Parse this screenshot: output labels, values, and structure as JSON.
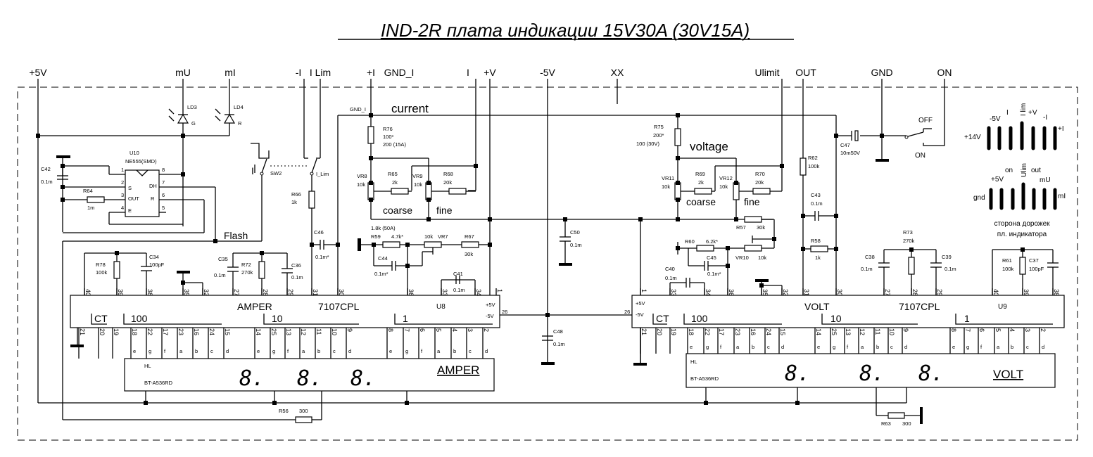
{
  "title": "IND-2R плата индикации 15V30A (30V15A)",
  "nets": {
    "p5v": "+5V",
    "mU": "mU",
    "mI": "mI",
    "minusI": "-I",
    "ILim": "I Lim",
    "plusI": "+I",
    "gndI": "GND_I",
    "I": "I",
    "plusV": "+V",
    "m5v": "-5V",
    "xx": "XX",
    "ulimit": "Ulimit",
    "out": "OUT",
    "gnd": "GND",
    "on": "ON"
  },
  "labels": {
    "current": "current",
    "voltage": "voltage",
    "coarse": "coarse",
    "fine": "fine",
    "flash": "Flash",
    "gndI_small": "GND_I",
    "switch_off": "OFF",
    "switch_on": "ON",
    "sw_I": "I",
    "sw_ILim": "I_Lim",
    "sw_name": "SW2"
  },
  "components": {
    "LD3": {
      "ref": "LD3",
      "color": "G"
    },
    "LD4": {
      "ref": "LD4",
      "color": "R"
    },
    "U10": {
      "ref": "U10",
      "part": "NE555(SMD)",
      "pins": [
        "1",
        "2",
        "3",
        "4",
        "8",
        "7",
        "6",
        "5"
      ],
      "pin_names": [
        "S",
        "OUT",
        "E",
        "DH",
        "R"
      ]
    },
    "C42": {
      "ref": "C42",
      "value": "0.1m"
    },
    "R64": {
      "ref": "R64",
      "value": "1m"
    },
    "R66": {
      "ref": "R66",
      "value": "1k"
    },
    "C46": {
      "ref": "C46",
      "value": "0.1m*"
    },
    "R76": {
      "ref": "R76",
      "value": "100*",
      "note": "200 (15A)"
    },
    "VR8": {
      "ref": "VR8",
      "value": "10k"
    },
    "R65": {
      "ref": "R65",
      "value": "2k"
    },
    "VR9": {
      "ref": "VR9",
      "value": "10k"
    },
    "R68": {
      "ref": "R68",
      "value": "20k"
    },
    "R59": {
      "ref": "R59",
      "value": "4.7k*",
      "note": "1.8k (50A)"
    },
    "VR7": {
      "ref": "VR7",
      "value": "10k"
    },
    "R67": {
      "ref": "R67",
      "value": "30k"
    },
    "C44": {
      "ref": "C44",
      "value": "0.1m*"
    },
    "C41": {
      "ref": "C41",
      "value": "0.1m"
    },
    "C50": {
      "ref": "C50",
      "value": "0.1m"
    },
    "C48": {
      "ref": "C48",
      "value": "0.1m"
    },
    "R78": {
      "ref": "R78",
      "value": "100k"
    },
    "C34": {
      "ref": "C34",
      "value": "100pF"
    },
    "C35": {
      "ref": "C35",
      "value": "0.1m"
    },
    "R72": {
      "ref": "R72",
      "value": "270k"
    },
    "C36": {
      "ref": "C36",
      "value": "0.1m"
    },
    "R75": {
      "ref": "R75",
      "value": "200*",
      "note": "100 (30V)"
    },
    "VR11": {
      "ref": "VR11",
      "value": "10k"
    },
    "R69": {
      "ref": "R69",
      "value": "2k"
    },
    "VR12": {
      "ref": "VR12",
      "value": "10k"
    },
    "R70": {
      "ref": "R70",
      "value": "20k"
    },
    "R57": {
      "ref": "R57",
      "value": "30k"
    },
    "R60": {
      "ref": "R60",
      "value": "6.2k*"
    },
    "C45": {
      "ref": "C45",
      "value": "0.1m*"
    },
    "VR10": {
      "ref": "VR10",
      "value": "10k"
    },
    "C40": {
      "ref": "C40",
      "value": "0.1m"
    },
    "R62": {
      "ref": "R62",
      "value": "100k"
    },
    "C43": {
      "ref": "C43",
      "value": "0.1m"
    },
    "R58": {
      "ref": "R58",
      "value": "1k"
    },
    "C47": {
      "ref": "C47",
      "value": "10m50V"
    },
    "C38": {
      "ref": "C38",
      "value": "0.1m"
    },
    "R73": {
      "ref": "R73",
      "value": "270k"
    },
    "C39": {
      "ref": "C39",
      "value": "0.1m"
    },
    "R61": {
      "ref": "R61",
      "value": "100k"
    },
    "C37": {
      "ref": "C37",
      "value": "100pF"
    },
    "R56": {
      "ref": "R56",
      "value": "300"
    },
    "R63": {
      "ref": "R63",
      "value": "300"
    }
  },
  "ic_amper": {
    "ref": "U8",
    "part": "7107CPL",
    "name": "AMPER",
    "supply_pos": "+5V",
    "supply_neg": "-5V",
    "pin26": "26",
    "groups": [
      "CT",
      "100",
      "10",
      "1"
    ],
    "top_pins": [
      "40",
      "39",
      "38",
      "35",
      "32",
      "27",
      "28",
      "29",
      "31",
      "30",
      "36",
      "33",
      "34",
      "1"
    ],
    "bottom_pins": [
      "21",
      "20",
      "19",
      "18",
      "22",
      "17",
      "23",
      "16",
      "24",
      "15",
      "14",
      "25",
      "13",
      "12",
      "11",
      "10",
      "9",
      "8",
      "7",
      "6",
      "5",
      "4",
      "3",
      "2"
    ]
  },
  "ic_volt": {
    "ref": "U9",
    "part": "7107CPL",
    "name": "VOLT",
    "supply_pos": "+5V",
    "supply_neg": "-5V",
    "pin26": "26",
    "groups": [
      "CT",
      "100",
      "10",
      "1"
    ],
    "top_pins": [
      "1",
      "33",
      "34",
      "36",
      "35",
      "32",
      "31",
      "30",
      "27",
      "28",
      "29",
      "40",
      "39",
      "38"
    ],
    "bottom_pins": [
      "21",
      "20",
      "19",
      "18",
      "22",
      "17",
      "23",
      "16",
      "24",
      "15",
      "14",
      "25",
      "13",
      "12",
      "11",
      "10",
      "9",
      "8",
      "7",
      "6",
      "5",
      "4",
      "3",
      "2"
    ]
  },
  "segments": [
    "e",
    "g",
    "f",
    "a",
    "b",
    "c",
    "d",
    "e",
    "g",
    "f",
    "a",
    "b",
    "c",
    "d",
    "e",
    "g",
    "f",
    "a",
    "b",
    "c",
    "d"
  ],
  "display_amper": {
    "ref": "HL",
    "part": "BT-A536RD",
    "digits": [
      "8.",
      "8.",
      "8."
    ],
    "name": "AMPER"
  },
  "display_volt": {
    "ref": "HL",
    "part": "BT-A536RD",
    "digits": [
      "8.",
      "8.",
      "8."
    ],
    "name": "VOLT"
  },
  "connector_top": {
    "labels": [
      "+14V",
      "-5V",
      "I",
      "I lim",
      "+V",
      "-I",
      "+I"
    ]
  },
  "connector_bottom": {
    "labels": [
      "gnd",
      "+5V",
      "on",
      "Ulim",
      "out",
      "mU",
      "mI"
    ],
    "caption_1": "сторона дорожек",
    "caption_2": "пл. индикатора"
  }
}
